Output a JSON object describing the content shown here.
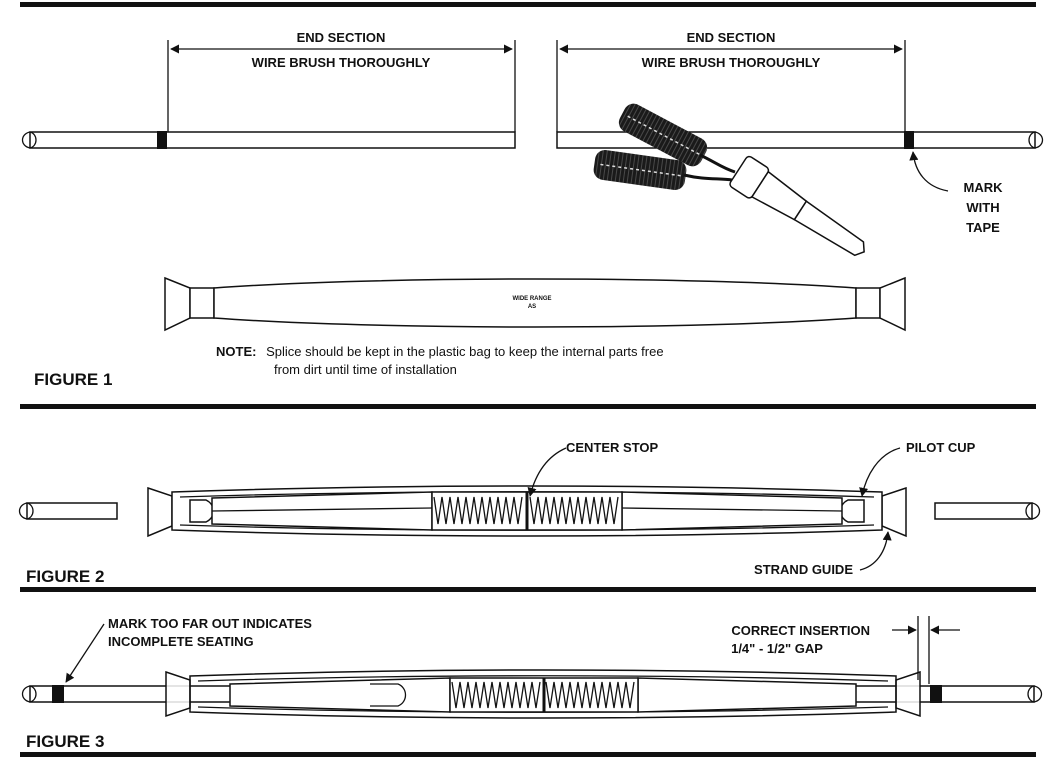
{
  "figure1": {
    "left_dimension": {
      "title": "END SECTION",
      "subtitle": "WIRE BRUSH THOROUGHLY"
    },
    "right_dimension": {
      "title": "END SECTION",
      "subtitle": "WIRE BRUSH THOROUGHLY"
    },
    "tape_callout": [
      "MARK",
      "WITH",
      "TAPE"
    ],
    "splice_label": [
      "WIDE RANGE",
      "AS"
    ],
    "note_prefix": "NOTE:",
    "note_line1": "Splice should be kept in the plastic bag to keep the internal parts free",
    "note_line2": "from dirt until time of installation",
    "caption": "FIGURE 1"
  },
  "figure2": {
    "center_stop": "CENTER STOP",
    "pilot_cup": "PILOT CUP",
    "strand_guide": "STRAND GUIDE",
    "caption": "FIGURE 2"
  },
  "figure3": {
    "mark_callout_line1": "MARK TOO FAR OUT INDICATES",
    "mark_callout_line2": "INCOMPLETE SEATING",
    "insertion_line1": "CORRECT INSERTION",
    "insertion_line2": "1/4\" - 1/2\" GAP",
    "caption": "FIGURE 3"
  },
  "colors": {
    "ink": "#111111",
    "paper": "#ffffff"
  }
}
